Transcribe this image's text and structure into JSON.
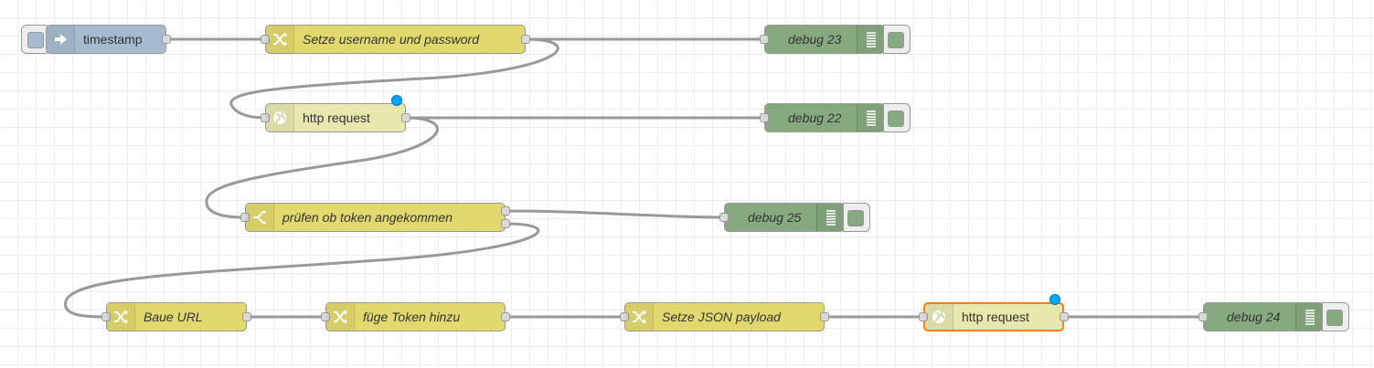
{
  "flow": {
    "nodes": {
      "timestamp": {
        "label": "timestamp",
        "type": "inject",
        "icon": "inject-arrow-icon"
      },
      "setze": {
        "label": "Setze username und password",
        "type": "change",
        "icon": "shuffle-icon"
      },
      "debug23": {
        "label": "debug 23",
        "type": "debug",
        "icon": "list-icon"
      },
      "http1": {
        "label": "http request",
        "type": "http request",
        "icon": "globe-icon",
        "changed": true
      },
      "debug22": {
        "label": "debug 22",
        "type": "debug",
        "icon": "list-icon"
      },
      "pruefen": {
        "label": "prüfen ob token angekommen",
        "type": "switch",
        "icon": "switch-icon"
      },
      "debug25": {
        "label": "debug 25",
        "type": "debug",
        "icon": "list-icon"
      },
      "baue": {
        "label": "Baue URL",
        "type": "change",
        "icon": "shuffle-icon"
      },
      "fuege": {
        "label": "füge Token hinzu",
        "type": "change",
        "icon": "shuffle-icon"
      },
      "json": {
        "label": "Setze JSON payload",
        "type": "change",
        "icon": "shuffle-icon"
      },
      "http2": {
        "label": "http request",
        "type": "http request",
        "icon": "globe-icon",
        "changed": true,
        "selected": true
      },
      "debug24": {
        "label": "debug 24",
        "type": "debug",
        "icon": "list-icon"
      }
    }
  },
  "colors": {
    "change": "#e2d96e",
    "http": "#e7e7ae",
    "inject": "#a6bbcf",
    "debug": "#87a980",
    "wire": "#999999",
    "selected": "#ff7f0e",
    "changed_dot": "#00a7ff"
  }
}
